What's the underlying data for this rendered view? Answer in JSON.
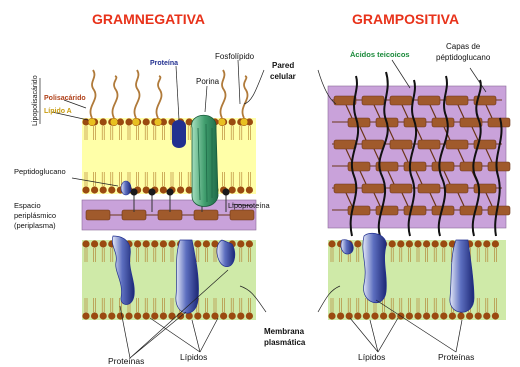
{
  "titles": {
    "left": "GRAMNEGATIVA",
    "right": "GRAMPOSITIVA"
  },
  "labels": {
    "lipopolisacarido": "Lipopolisacárido",
    "polisacarido": "Polisacárido",
    "lipido_a": "Lípido A",
    "proteina": "Proteína",
    "porina": "Porina",
    "fosfolipido": "Fosfolípido",
    "peptidoglucano": "Peptidoglucano",
    "lipoproteina": "Lipoproteína",
    "espacio_1": "Espacio",
    "espacio_2": "periplásmico",
    "espacio_3": "(periplasma)",
    "pared_1": "Pared",
    "pared_2": "celular",
    "membrana_1": "Membrana",
    "membrana_2": "plasmática",
    "acidos_teicoicos": "Ácidos teicoicos",
    "capas_1": "Capas de",
    "capas_2": "péptidoglucano",
    "proteinas_left": "Proteínas",
    "lipidos_left": "Lípidos",
    "lipidos_right": "Lípidos",
    "proteinas_right": "Proteínas"
  },
  "colors": {
    "title_red": "#e8321a",
    "outer_membrane_bg": "#ffffa8",
    "plasma_membrane_bg": "#cfeaa8",
    "periplasm_purple": "#c9a2da",
    "peptidoglycan_brown": "#a05a2c",
    "lipid_head": "#9a4a10",
    "protein_blue": "#2a3890",
    "porin_green": "#3e9d6c",
    "teichoic_green": "#1a8a3a"
  }
}
